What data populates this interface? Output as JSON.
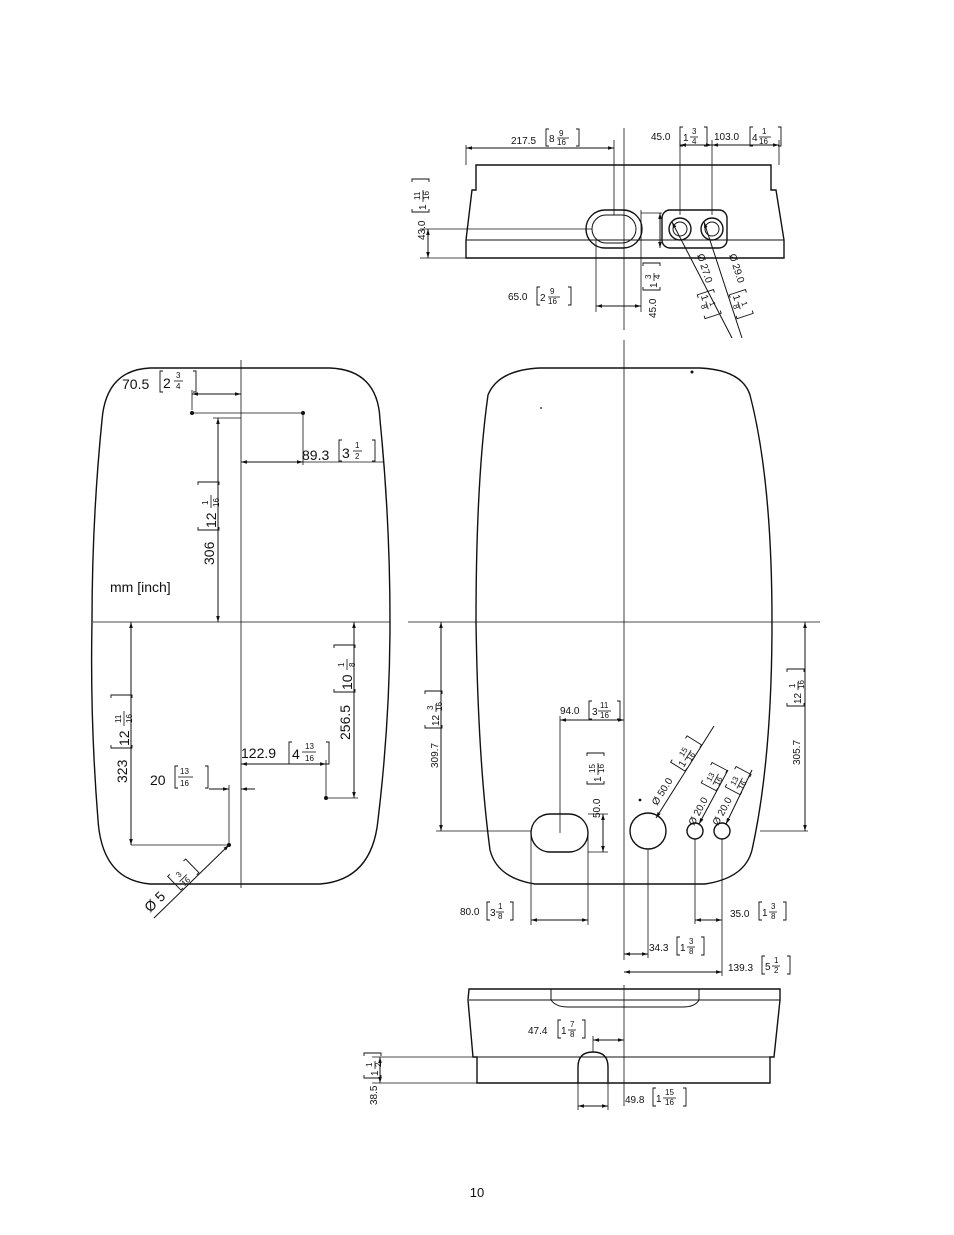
{
  "units_label": "mm [inch]",
  "page_number": "10",
  "top_view": {
    "dim_217_5": "217.5",
    "dim_217_5_in": [
      "8",
      "9",
      "16"
    ],
    "dim_45_0_top": "45.0",
    "dim_45_0_top_in": [
      "1",
      "3",
      "4"
    ],
    "dim_103_0": "103.0",
    "dim_103_0_in": [
      "4",
      "1",
      "16"
    ],
    "dim_43_0": "43.0",
    "dim_43_0_in": [
      "1",
      "11",
      "16"
    ],
    "dim_65_0": "65.0",
    "dim_65_0_in": [
      "2",
      "9",
      "16"
    ],
    "dim_45_0_side": "45.0",
    "dim_45_0_side_in": [
      "1",
      "3",
      "4"
    ],
    "dia_27_0": "Ø 27.0",
    "dia_27_0_in": [
      "1",
      "1",
      "8"
    ],
    "dia_29_0": "Ø 29.0",
    "dia_29_0_in": [
      "1",
      "1",
      "8"
    ]
  },
  "left_view": {
    "dim_70_5": "70.5",
    "dim_70_5_in": [
      "2",
      "3",
      "4"
    ],
    "dim_89_3": "89.3",
    "dim_89_3_in": [
      "3",
      "1",
      "2"
    ],
    "dim_306": "306",
    "dim_306_in": [
      "12",
      "1",
      "16"
    ],
    "dim_323": "323",
    "dim_323_in": [
      "12",
      "11",
      "16"
    ],
    "dim_256_5": "256.5",
    "dim_256_5_in": [
      "10",
      "1",
      "8"
    ],
    "dim_122_9": "122.9",
    "dim_122_9_in": [
      "4",
      "13",
      "16"
    ],
    "dim_20": "20",
    "dim_20_in": [
      "",
      "13",
      "16"
    ],
    "dia_5": "Ø 5",
    "dia_5_in": [
      "",
      "3",
      "16"
    ]
  },
  "front_view": {
    "dim_309_7": "309.7",
    "dim_309_7_in": [
      "12",
      "3",
      "16"
    ],
    "dim_305_7": "305.7",
    "dim_305_7_in": [
      "12",
      "1",
      "16"
    ],
    "dim_94_0": "94.0",
    "dim_94_0_in": [
      "3",
      "11",
      "16"
    ],
    "dim_50_0": "50.0",
    "dim_50_0_in": [
      "1",
      "15",
      "16"
    ],
    "dia_50_0": "Ø 50.0",
    "dia_50_0_in": [
      "1",
      "15",
      "16"
    ],
    "dia_20_0_a": "Ø 20.0",
    "dia_20_0_a_in": [
      "",
      "13",
      "16"
    ],
    "dia_20_0_b": "Ø 20.0",
    "dia_20_0_b_in": [
      "",
      "13",
      "16"
    ],
    "dim_80_0": "80.0",
    "dim_80_0_in": [
      "3",
      "1",
      "8"
    ],
    "dim_35_0": "35.0",
    "dim_35_0_in": [
      "1",
      "3",
      "8"
    ],
    "dim_34_3": "34.3",
    "dim_34_3_in": [
      "1",
      "3",
      "8"
    ],
    "dim_139_3": "139.3",
    "dim_139_3_in": [
      "5",
      "1",
      "2"
    ]
  },
  "bottom_view": {
    "dim_47_4": "47.4",
    "dim_47_4_in": [
      "1",
      "7",
      "8"
    ],
    "dim_38_5": "38.5",
    "dim_38_5_in": [
      "1",
      "1",
      "2"
    ],
    "dim_49_8": "49.8",
    "dim_49_8_in": [
      "1",
      "15",
      "16"
    ]
  }
}
